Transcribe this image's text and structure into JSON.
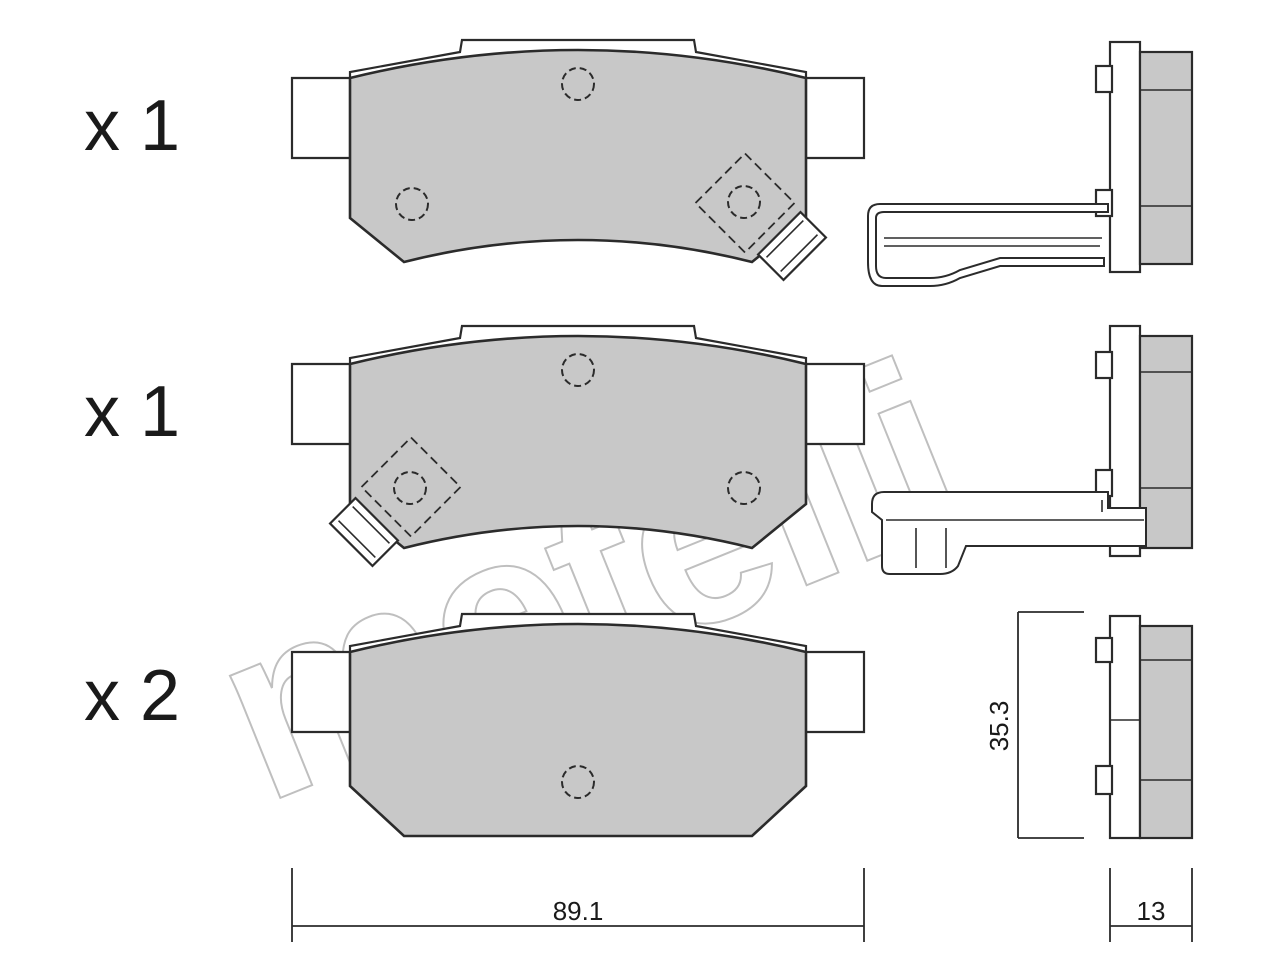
{
  "colors": {
    "lining": "#c8c8c8",
    "outline": "#2b2b2b",
    "watermark": "#bfbfbf",
    "background": "#ffffff"
  },
  "watermark": {
    "logo_name": "metelli-logo",
    "text": "metelli"
  },
  "pads": [
    {
      "quantity_label": "x 1",
      "has_wear_sensor": true,
      "sensor_side": "right",
      "has_clip": true
    },
    {
      "quantity_label": "x 1",
      "has_wear_sensor": true,
      "sensor_side": "left",
      "has_clip": true
    },
    {
      "quantity_label": "x 2",
      "has_wear_sensor": false,
      "has_clip": false
    }
  ],
  "dimensions": {
    "width": "89.1",
    "height": "35.3",
    "thickness": "13"
  }
}
